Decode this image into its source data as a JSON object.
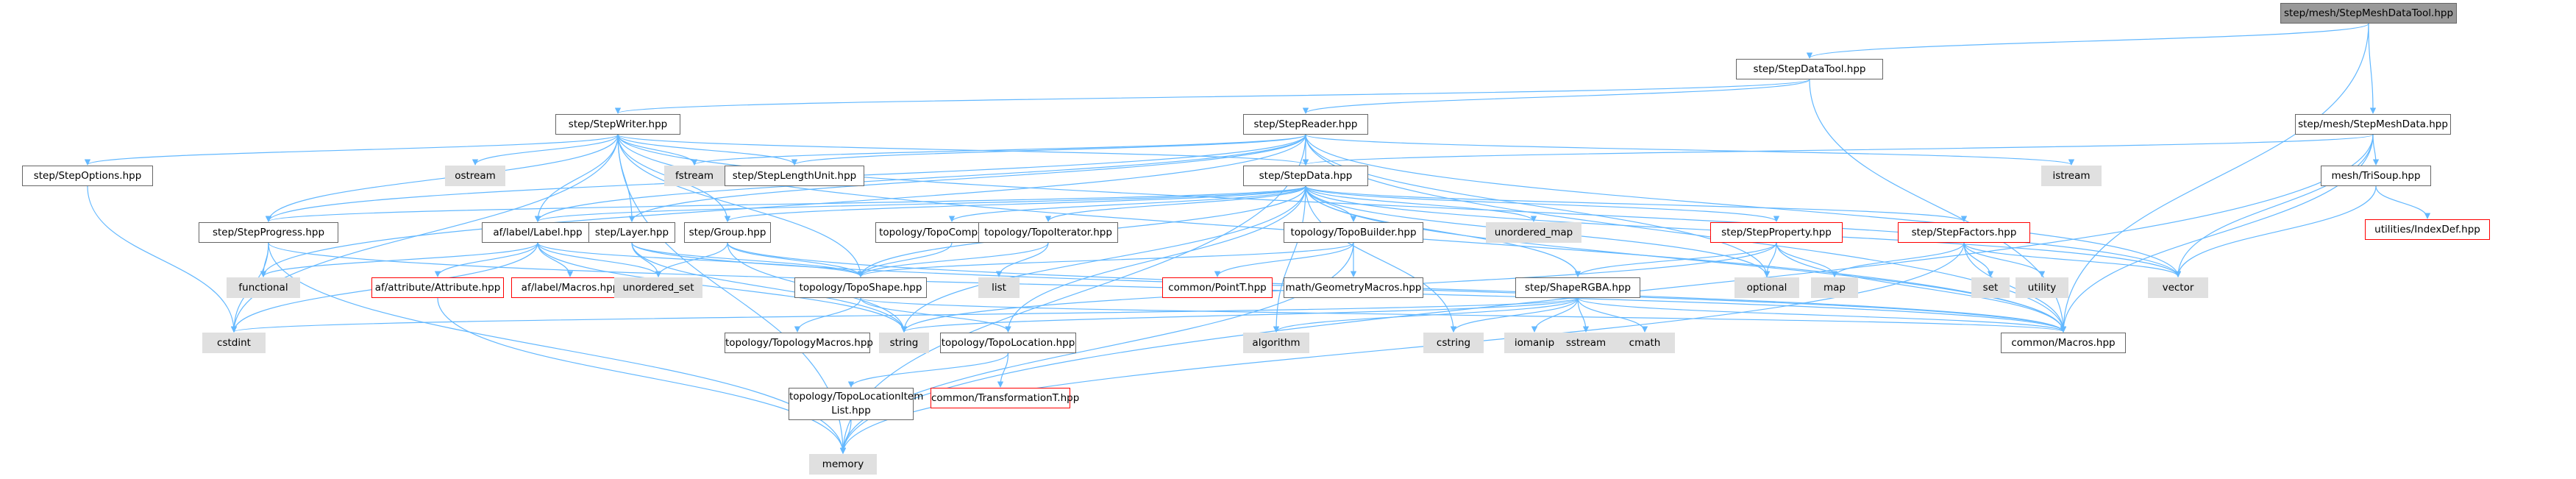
{
  "diagram": {
    "type": "include-dependency-graph",
    "edge_color": "#63b8ff",
    "node_styles": {
      "default": {
        "fill": "#ffffff",
        "border": "#666666"
      },
      "system": {
        "fill": "#e0e0e0",
        "border": "#e0e0e0"
      },
      "missing": {
        "fill": "#ffffff",
        "border": "#ff0000"
      },
      "root": {
        "fill": "#999999",
        "border": "#666666"
      }
    },
    "nodes": [
      {
        "id": "root",
        "label": "step/mesh/StepMeshDataTool.hpp",
        "kind": "root"
      },
      {
        "id": "stepDataTool",
        "label": "step/StepDataTool.hpp",
        "kind": "default"
      },
      {
        "id": "stepMeshData",
        "label": "step/mesh/StepMeshData.hpp",
        "kind": "default"
      },
      {
        "id": "stepWriter",
        "label": "step/StepWriter.hpp",
        "kind": "default"
      },
      {
        "id": "stepReader",
        "label": "step/StepReader.hpp",
        "kind": "default"
      },
      {
        "id": "stepOptions",
        "label": "step/StepOptions.hpp",
        "kind": "default"
      },
      {
        "id": "ostream",
        "label": "ostream",
        "kind": "system"
      },
      {
        "id": "fstream",
        "label": "fstream",
        "kind": "system"
      },
      {
        "id": "stepLengthUnit",
        "label": "step/StepLengthUnit.hpp",
        "kind": "default"
      },
      {
        "id": "stepData",
        "label": "step/StepData.hpp",
        "kind": "default"
      },
      {
        "id": "istream",
        "label": "istream",
        "kind": "system"
      },
      {
        "id": "meshTriSoup",
        "label": "mesh/TriSoup.hpp",
        "kind": "default"
      },
      {
        "id": "indexDef",
        "label": "utilities/IndexDef.hpp",
        "kind": "missing"
      },
      {
        "id": "stepProgress",
        "label": "step/StepProgress.hpp",
        "kind": "default"
      },
      {
        "id": "afLabel",
        "label": "af/label/Label.hpp",
        "kind": "default"
      },
      {
        "id": "stepLayer",
        "label": "step/Layer.hpp",
        "kind": "default"
      },
      {
        "id": "stepGroup",
        "label": "step/Group.hpp",
        "kind": "default"
      },
      {
        "id": "topoCompound",
        "label": "topology/TopoCompound.hpp",
        "kind": "default"
      },
      {
        "id": "topoIterator",
        "label": "topology/TopoIterator.hpp",
        "kind": "default"
      },
      {
        "id": "topoBuilder",
        "label": "topology/TopoBuilder.hpp",
        "kind": "default"
      },
      {
        "id": "unorderedMap",
        "label": "unordered_map",
        "kind": "system"
      },
      {
        "id": "stepProperty",
        "label": "step/StepProperty.hpp",
        "kind": "missing"
      },
      {
        "id": "stepFactors",
        "label": "step/StepFactors.hpp",
        "kind": "missing"
      },
      {
        "id": "functional",
        "label": "functional",
        "kind": "system"
      },
      {
        "id": "attribute",
        "label": "af/attribute/Attribute.hpp",
        "kind": "missing"
      },
      {
        "id": "afMacros",
        "label": "af/label/Macros.hpp",
        "kind": "missing"
      },
      {
        "id": "unorderedSet",
        "label": "unordered_set",
        "kind": "system"
      },
      {
        "id": "topoShape",
        "label": "topology/TopoShape.hpp",
        "kind": "default"
      },
      {
        "id": "list",
        "label": "list",
        "kind": "system"
      },
      {
        "id": "pointT",
        "label": "common/PointT.hpp",
        "kind": "missing"
      },
      {
        "id": "geomMacros",
        "label": "math/GeometryMacros.hpp",
        "kind": "default"
      },
      {
        "id": "optional",
        "label": "optional",
        "kind": "system"
      },
      {
        "id": "shapeRGBA",
        "label": "step/ShapeRGBA.hpp",
        "kind": "default"
      },
      {
        "id": "map",
        "label": "map",
        "kind": "system"
      },
      {
        "id": "set",
        "label": "set",
        "kind": "system"
      },
      {
        "id": "utility",
        "label": "utility",
        "kind": "system"
      },
      {
        "id": "vector",
        "label": "vector",
        "kind": "system"
      },
      {
        "id": "cstdint",
        "label": "cstdint",
        "kind": "system"
      },
      {
        "id": "topologyMacros",
        "label": "topology/TopologyMacros.hpp",
        "kind": "default"
      },
      {
        "id": "string",
        "label": "string",
        "kind": "system"
      },
      {
        "id": "topoLocation",
        "label": "topology/TopoLocation.hpp",
        "kind": "default"
      },
      {
        "id": "algorithm",
        "label": "algorithm",
        "kind": "system"
      },
      {
        "id": "cstring",
        "label": "cstring",
        "kind": "system"
      },
      {
        "id": "iomanip",
        "label": "iomanip",
        "kind": "system"
      },
      {
        "id": "sstream",
        "label": "sstream",
        "kind": "system"
      },
      {
        "id": "cmath",
        "label": "cmath",
        "kind": "system"
      },
      {
        "id": "commonMacros",
        "label": "common/Macros.hpp",
        "kind": "default"
      },
      {
        "id": "transformationT",
        "label": "common/TransformationT.hpp",
        "kind": "missing"
      },
      {
        "id": "topoLocationItemList",
        "label": "topology/TopoLocationItem\nList.hpp",
        "kind": "default"
      },
      {
        "id": "memory",
        "label": "memory",
        "kind": "system"
      }
    ]
  }
}
